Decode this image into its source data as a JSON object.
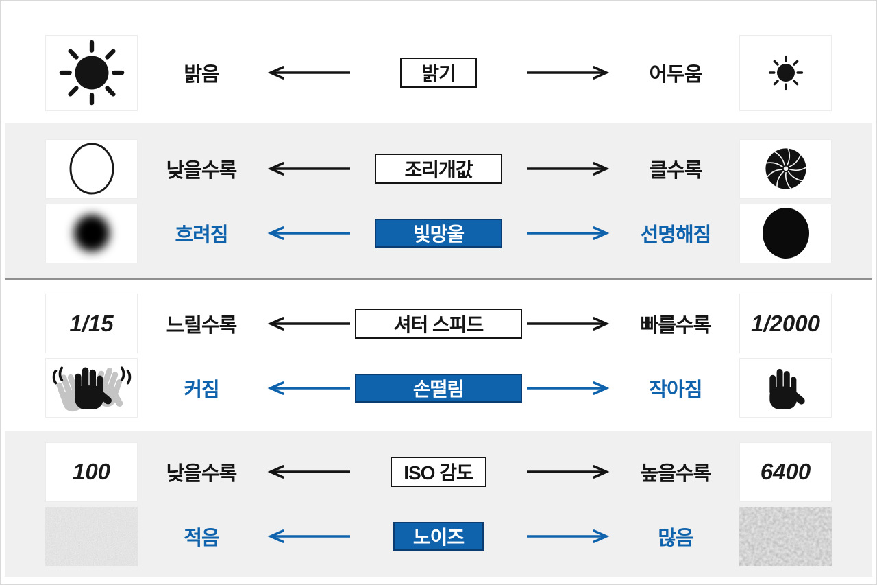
{
  "colors": {
    "accent_blue": "#0f62ac",
    "accent_blue_dark": "#0b3c72",
    "band_gray": "#f0f0f0",
    "divider_gray": "#909090",
    "ink_black": "#141414"
  },
  "icons": {
    "sun-large-icon": "☀",
    "sun-small-icon": "☀",
    "aperture-open-circle-icon": "○",
    "aperture-blades-icon": "✹",
    "bokeh-blurred-circle-icon": "●",
    "bokeh-sharp-circle-icon": "●",
    "hand-shaking-icon": "✋",
    "hand-steady-icon": "✋",
    "noise-fine-texture-icon": "▤",
    "noise-coarse-texture-icon": "▩"
  },
  "sections": [
    {
      "name": "brightness",
      "rows": [
        {
          "theme": "black",
          "left_icon": "sun-large-icon",
          "left_label": "밝음",
          "center_label": "밝기",
          "right_label": "어두움",
          "right_icon": "sun-small-icon"
        }
      ]
    },
    {
      "name": "aperture",
      "rows": [
        {
          "theme": "black",
          "left_icon": "aperture-open-circle-icon",
          "left_label": "낮을수록",
          "center_label": "조리개값",
          "right_label": "클수록",
          "right_icon": "aperture-blades-icon"
        },
        {
          "theme": "blue",
          "left_icon": "bokeh-blurred-circle-icon",
          "left_label": "흐려짐",
          "center_label": "빛망울",
          "right_label": "선명해짐",
          "right_icon": "bokeh-sharp-circle-icon"
        }
      ]
    },
    {
      "name": "shutter_speed",
      "rows": [
        {
          "theme": "black",
          "left_icon_text": "1/15",
          "left_label": "느릴수록",
          "center_label": "셔터 스피드",
          "right_label": "빠를수록",
          "right_icon_text": "1/2000"
        },
        {
          "theme": "blue",
          "left_icon": "hand-shaking-icon",
          "left_label": "커짐",
          "center_label": "손떨림",
          "right_label": "작아짐",
          "right_icon": "hand-steady-icon"
        }
      ]
    },
    {
      "name": "iso",
      "rows": [
        {
          "theme": "black",
          "left_icon_text": "100",
          "left_label": "낮을수록",
          "center_label": "ISO 감도",
          "right_label": "높을수록",
          "right_icon_text": "6400"
        },
        {
          "theme": "blue",
          "left_icon": "noise-fine-texture-icon",
          "left_label": "적음",
          "center_label": "노이즈",
          "right_label": "많음",
          "right_icon": "noise-coarse-texture-icon"
        }
      ]
    }
  ]
}
